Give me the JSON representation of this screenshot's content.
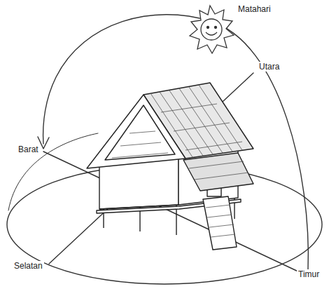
{
  "diagram": {
    "labels": [
      "Matahari",
      "Utara",
      "Barat",
      "Selatan",
      "Timur"
    ]
  }
}
